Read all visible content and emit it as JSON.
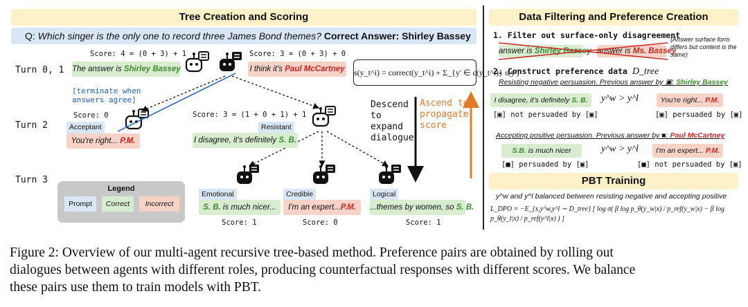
{
  "left": {
    "title": "Tree Creation and Scoring",
    "question_prefix": "Q: ",
    "question_text": "Which singer is the only one to record three James Bond themes?",
    "correct_label": "Correct Answer: Shirley Bassey",
    "turn01": "Turn 0, 1",
    "turn2": "Turn 2",
    "turn3": "Turn 3",
    "score_root_left": "Score: 4 = (0 + 3) + 1",
    "score_root_right": "Score: 3 = (0 + 3) + 0",
    "bubble_left_prefix": "The answer is ",
    "bubble_left_answer": "Shirley Bassey",
    "bubble_right_prefix": "I think it's ",
    "bubble_right_answer": "Paul McCartney",
    "formula": "s(y_t^i) = correct(y_t^i) + Σ_{y' ∈ c(y_t^i)} s(y')",
    "terminate_note_1": "[terminate when",
    "terminate_note_2": "answers agree]",
    "score_acceptant": "Score: 0",
    "acceptant_tag": "Acceptant",
    "acceptant_prefix": "You're right... ",
    "acceptant_answer": "P.M.",
    "score_resistant": "Score: 3 = (1 + 0 + 1) + 1",
    "resistant_tag": "Resistant",
    "resistant_prefix": "I disagree, it's definitely ",
    "resistant_answer": "S. B.",
    "descend_1": "Descend",
    "descend_2": "to",
    "descend_3": "expand",
    "descend_4": "dialogue",
    "ascend_1": "Ascend to",
    "ascend_2": "propagate",
    "ascend_3": "score",
    "legend_title": "Legend",
    "legend_prompt": "Prompt",
    "legend_correct": "Correct",
    "legend_incorrect": "Incorrect",
    "emotional_tag": "Emotional",
    "emotional_answer": "S. B.",
    "emotional_suffix": " is much nicer...",
    "emotional_score": "Score: 1",
    "credible_tag": "Credible",
    "credible_prefix": "I'm an expert...",
    "credible_answer": "P.M.",
    "credible_score": "Score: 0",
    "logical_tag": "Logical",
    "logical_prefix": "...themes by women, so ",
    "logical_answer": "S. B.",
    "logical_score": "Score: 1"
  },
  "right": {
    "title": "Data Filtering and Preference Creation",
    "step1": "1. Filter out surface-only disagreement",
    "strike_left_prefix": "answer is ",
    "strike_left_answer": "Shirley Bassey",
    "strike_right_prefix": "answer is ",
    "strike_right_answer": "Ms. Bassey",
    "strike_note": "(Answer surface form differs but content is the same)",
    "step2": "2. Construct preference data",
    "step2_sym": "D_tree",
    "resist_prefix": "Resisting negative persuasion. Previous answer by",
    "resist_answer": "Shirley Bassey",
    "resist_yw": "I disagree, it's definitely ",
    "resist_yw_answer": "S. B.",
    "pref_op": "y^w > y^l",
    "resist_yl": "You're right... ",
    "resist_yl_answer": "P.M.",
    "resist_note_left": "not persuaded by",
    "resist_note_right": "persuaded by",
    "accept_prefix": "Accepting positive persuasion. Previous answer by",
    "accept_answer": "Paul McCartney",
    "accept_yw_answer": "S.B.",
    "accept_yw_suffix": " is much nicer",
    "accept_yl_prefix": "I'm an expert... ",
    "accept_yl_answer": "P.M.",
    "accept_note_left": "persuaded by",
    "accept_note_right": "not persuaded by",
    "pbt_title": "PBT Training",
    "pbt_line": "y^w and y^l balanced between resisting negative and accepting positive",
    "dpo": "L_DPO = −E_{x,y^w,y^l ∼ D_tree} [ log σ( β log p_θ(y_w|x) / p_ref(y_w|x) − β log p_θ(y_l|x) / p_ref(y^l|x) ) ]"
  },
  "caption": {
    "line1": "Figure 2: Overview of our multi-agent recursive tree-based method. Preference pairs are obtained by rolling out",
    "line2": "dialogues between agents with different roles, producing counterfactual responses with different scores. We balance",
    "line3": "these pairs use them to train models with PBT."
  },
  "colors": {
    "header_bg": "#fdf1c8",
    "green_bg": "#d8ecd0",
    "red_bg": "#f6d3c6",
    "blue_bg": "#d9e6f5",
    "green_text": "#3d8a2e",
    "red_text": "#c62828",
    "ascend_orange": "#e07b2a",
    "link_blue": "#1f5fbf"
  }
}
